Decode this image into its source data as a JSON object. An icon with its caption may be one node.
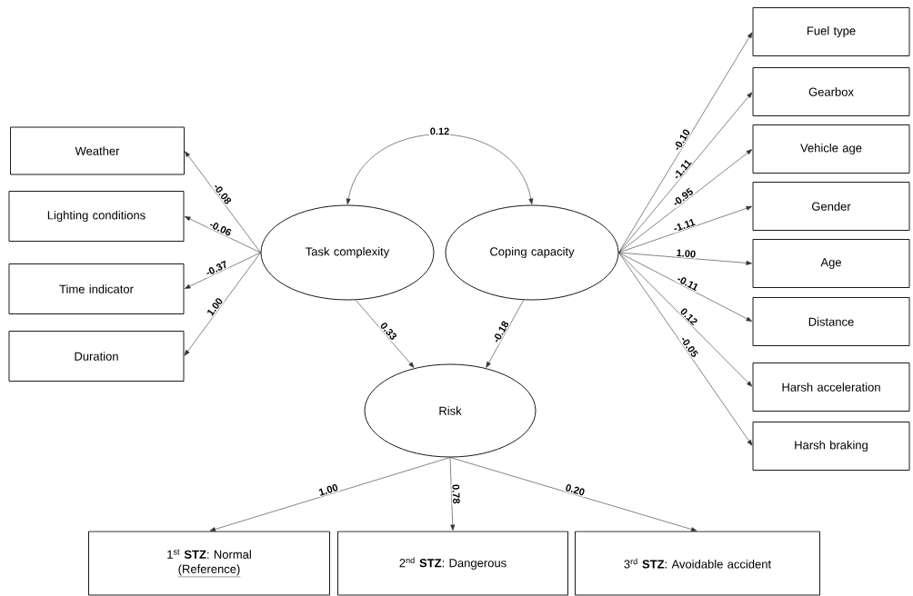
{
  "diagram": {
    "nodes": [
      {
        "text": [
          "Task complexity"
        ]
      },
      {
        "text": [
          "Coping capacity"
        ]
      },
      {
        "text": [
          "Risk"
        ]
      },
      {
        "text": [
          "Weather"
        ]
      },
      {
        "text": [
          "Lighting conditions"
        ]
      },
      {
        "text": [
          "Time indicator"
        ]
      },
      {
        "text": [
          "Duration"
        ]
      },
      {
        "text": [
          "Fuel type"
        ]
      },
      {
        "text": [
          "Gearbox"
        ]
      },
      {
        "text": [
          "Vehicle age"
        ]
      },
      {
        "text": [
          "Gender"
        ]
      },
      {
        "text": [
          "Age"
        ]
      },
      {
        "text": [
          "Distance"
        ]
      },
      {
        "text": [
          "Harsh acceleration"
        ]
      },
      {
        "text": [
          "Harsh braking"
        ]
      },
      {
        "text": [
          "1$^{st}$ **STZ**: Normal",
          "(Reference)"
        ]
      },
      {
        "text": [
          "2$^{nd}$ **STZ**: Dangerous"
        ]
      },
      {
        "text": [
          "3$^{rd}$ **STZ**: Avoidable accident"
        ]
      }
    ],
    "edges": [
      {
        "from": 0,
        "to": 1,
        "arrow": "both",
        "label": "0.12"
      },
      {
        "from": 0,
        "to": 3,
        "arrow": "to",
        "label": "-0.08"
      },
      {
        "from": 0,
        "to": 4,
        "arrow": "to",
        "label": "-0.06"
      },
      {
        "from": 0,
        "to": 5,
        "arrow": "to",
        "label": "-0.37"
      },
      {
        "from": 0,
        "to": 6,
        "arrow": "to",
        "label": "1.00"
      },
      {
        "from": 1,
        "to": 7,
        "arrow": "to",
        "label": "-0.10"
      },
      {
        "from": 1,
        "to": 8,
        "arrow": "to",
        "label": "-1.11"
      },
      {
        "from": 1,
        "to": 9,
        "arrow": "to",
        "label": "-0.95"
      },
      {
        "from": 1,
        "to": 10,
        "arrow": "to",
        "label": "-1.11"
      },
      {
        "from": 1,
        "to": 11,
        "arrow": "to",
        "label": "1.00"
      },
      {
        "from": 1,
        "to": 12,
        "arrow": "to",
        "label": "-0.11"
      },
      {
        "from": 1,
        "to": 13,
        "arrow": "to",
        "label": "0.12"
      },
      {
        "from": 1,
        "to": 14,
        "arrow": "to",
        "label": "-0.05"
      },
      {
        "from": 0,
        "to": 2,
        "arrow": "to",
        "label": "0.33"
      },
      {
        "from": 1,
        "to": 2,
        "arrow": "to",
        "label": "-0.18"
      },
      {
        "from": 2,
        "to": 15,
        "arrow": "to",
        "label": "1.00"
      },
      {
        "from": 2,
        "to": 16,
        "arrow": "to",
        "label": "0.78"
      },
      {
        "from": 2,
        "to": 17,
        "arrow": "to",
        "label": "0.20"
      }
    ]
  }
}
